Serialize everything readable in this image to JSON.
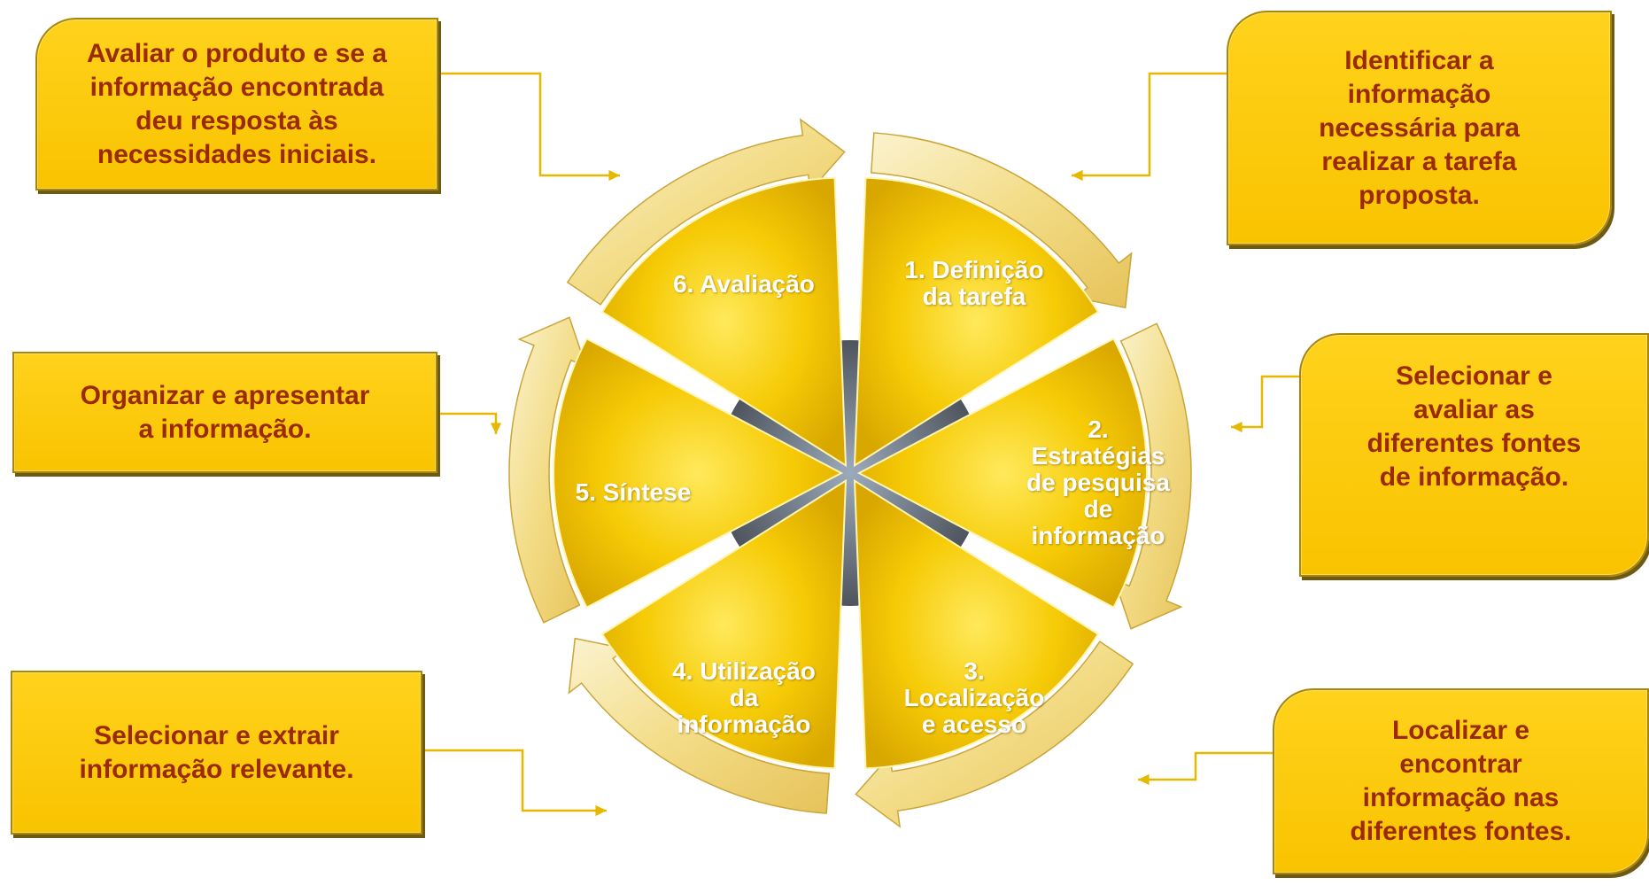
{
  "segments": [
    {
      "label": "1. Definição da tarefa",
      "lines": [
        "1. Definição",
        "da tarefa"
      ]
    },
    {
      "label": "2. Estratégias de pesquisa de informação",
      "lines": [
        "2.",
        "Estratégias",
        "de pesquisa",
        "de",
        "informação"
      ]
    },
    {
      "label": "3. Localização e acesso",
      "lines": [
        "3.",
        "Localização",
        "e acesso"
      ]
    },
    {
      "label": "4. Utilização da informação",
      "lines": [
        "4. Utilização",
        "da",
        "informação"
      ]
    },
    {
      "label": "5. Síntese",
      "lines": [
        "5. Síntese"
      ]
    },
    {
      "label": "6. Avaliação",
      "lines": [
        "6. Avaliação"
      ]
    }
  ],
  "callouts": {
    "definicao": {
      "lines": [
        "Identificar a",
        "informação",
        "necessária para",
        "realizar a tarefa",
        "proposta."
      ]
    },
    "estrategias": {
      "lines": [
        "Selecionar e",
        "avaliar as",
        "diferentes fontes",
        "de informação."
      ]
    },
    "localizacao": {
      "lines": [
        "Localizar e",
        "encontrar",
        "informação nas",
        "diferentes fontes."
      ]
    },
    "utilizacao": {
      "lines": [
        "Selecionar e extrair",
        "informação relevante."
      ]
    },
    "sintese": {
      "lines": [
        "Organizar e apresentar",
        "a informação."
      ]
    },
    "avaliacao": {
      "lines": [
        "Avaliar o produto e se a",
        "informação encontrada",
        "deu resposta às",
        "necessidades iniciais."
      ]
    }
  },
  "colors": {
    "segment_fill": "#F2C500",
    "segment_light": "#FFE34D",
    "ring": "#F7E7A6",
    "callout_fill": "#FFD21C",
    "callout_text": "#9B2A00",
    "connector": "#E6B800"
  }
}
